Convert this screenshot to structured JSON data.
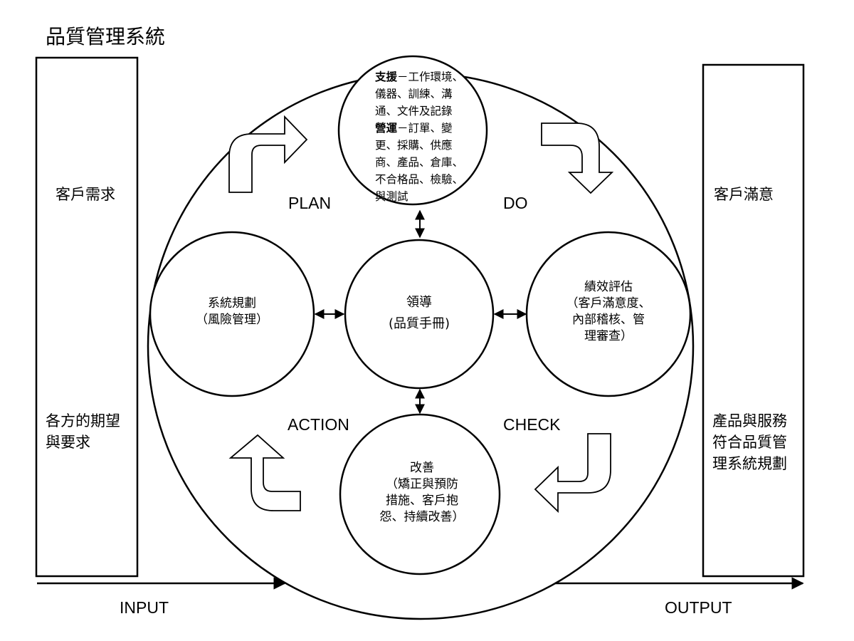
{
  "title": "品質管理系統",
  "input_box": {
    "line1": "客戶需求",
    "line2a": "各方的期望",
    "line2b": "與要求"
  },
  "output_box": {
    "line1": "客戶滿意",
    "line2a": "產品與服務",
    "line2b": "符合品質管",
    "line2c": "理系統規劃"
  },
  "labels": {
    "plan": "PLAN",
    "do": "DO",
    "check": "CHECK",
    "action": "ACTION",
    "input": "INPUT",
    "output": "OUTPUT"
  },
  "circles": {
    "top": {
      "support_bold": "支援",
      "support_rest": "－工作環境、",
      "lines_a": [
        "儀器、訓練、溝",
        "通、文件及記錄"
      ],
      "ops_bold": "營運",
      "ops_rest": "－訂單、變",
      "lines_b": [
        "更、採購、供應",
        "商、產品、倉庫、",
        "不合格品、檢驗、",
        "與測試"
      ]
    },
    "center": {
      "line1": "領導",
      "line2": "(品質手冊)"
    },
    "left": {
      "line1": "系統規劃",
      "line2": "（風險管理）"
    },
    "right": {
      "line1": "績效評估",
      "line2": "（客戶滿意度、",
      "line3": "內部稽核、管",
      "line4": "理審查）"
    },
    "bottom": {
      "line1": "改善",
      "line2": "（矯正與預防",
      "line3": "措施、客戶抱",
      "line4": "怨、持續改善）"
    }
  }
}
